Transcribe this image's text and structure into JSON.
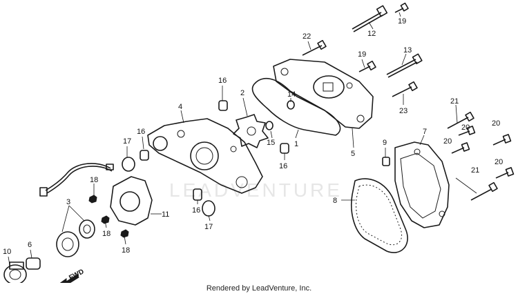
{
  "diagram": {
    "watermark_text": "LEADVENTURE",
    "footer_text": "Rendered by LeadVenture, Inc.",
    "direction_label": "FWD",
    "callouts": [
      {
        "id": "c12",
        "text": "12"
      },
      {
        "id": "c19a",
        "text": "19"
      },
      {
        "id": "c22",
        "text": "22"
      },
      {
        "id": "c19b",
        "text": "19"
      },
      {
        "id": "c13",
        "text": "13"
      },
      {
        "id": "c16a",
        "text": "16"
      },
      {
        "id": "c2",
        "text": "2"
      },
      {
        "id": "c14",
        "text": "14"
      },
      {
        "id": "c4",
        "text": "4"
      },
      {
        "id": "c23",
        "text": "23"
      },
      {
        "id": "c21a",
        "text": "21"
      },
      {
        "id": "c7",
        "text": "7"
      },
      {
        "id": "c20a",
        "text": "20"
      },
      {
        "id": "c20b",
        "text": "20"
      },
      {
        "id": "c20c",
        "text": "20"
      },
      {
        "id": "c17a",
        "text": "17"
      },
      {
        "id": "c16b",
        "text": "16"
      },
      {
        "id": "c15",
        "text": "15"
      },
      {
        "id": "c1",
        "text": "1"
      },
      {
        "id": "c5",
        "text": "5"
      },
      {
        "id": "c9",
        "text": "9"
      },
      {
        "id": "c16c",
        "text": "16"
      },
      {
        "id": "c20d",
        "text": "20"
      },
      {
        "id": "c21b",
        "text": "21"
      },
      {
        "id": "c18a",
        "text": "18"
      },
      {
        "id": "c3",
        "text": "3"
      },
      {
        "id": "c8",
        "text": "8"
      },
      {
        "id": "c11",
        "text": "11"
      },
      {
        "id": "c16d",
        "text": "16"
      },
      {
        "id": "c18b",
        "text": "18"
      },
      {
        "id": "c17b",
        "text": "17"
      },
      {
        "id": "c18c",
        "text": "18"
      },
      {
        "id": "c10",
        "text": "10"
      },
      {
        "id": "c6",
        "text": "6"
      }
    ]
  }
}
